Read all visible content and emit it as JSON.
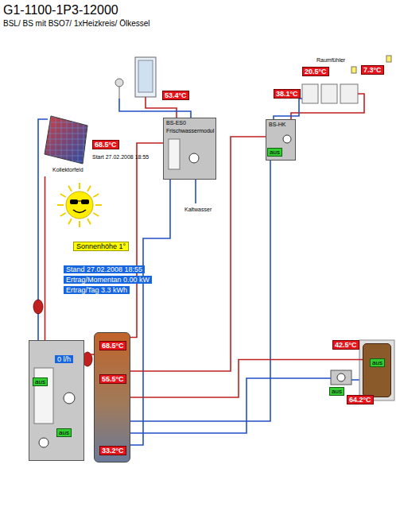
{
  "diagram": {
    "title": "G1-1100-1P3-12000",
    "caption": "BSL/ BS mit BSO7/ 1xHeizkreis/ Ölkessel",
    "nodes": [
      {
        "text": [
          "Kollektorfeld"
        ]
      },
      {
        "text": [
          "0 l/h",
          "aus",
          "aus"
        ]
      },
      {
        "text": [
          "68.5°C",
          "55.5°C",
          "33.2°C"
        ]
      },
      {
        "text": [
          "BS-ES0",
          "Frischwassermodul"
        ]
      },
      {
        "text": [
          "BS-HK"
        ]
      },
      {
        "text": [
          "aus"
        ]
      }
    ],
    "edges": [
      {
        "from": 0,
        "to": 1,
        "arrow": "none"
      },
      {
        "from": 1,
        "to": 2,
        "arrow": "none"
      },
      {
        "from": 2,
        "to": 3,
        "arrow": "none"
      },
      {
        "from": 2,
        "to": 4,
        "arrow": "none"
      },
      {
        "from": 5,
        "to": 2,
        "arrow": "none"
      }
    ],
    "labels": [
      "68.5°C",
      "Start 27.02.2008 18:55",
      "Sonnenhöhe 1°",
      "Stand 27.02.2008 18:55",
      "Ertrag/Momentan 0.00 kW",
      "Ertrag/Tag 3.3 kWh",
      "53.4°C",
      "Kaltwasser",
      "38.1°C",
      "20.5°C",
      "Raumfühler",
      "7.3°C",
      "aus",
      "42.5°C",
      "aus",
      "64.2°C"
    ]
  }
}
